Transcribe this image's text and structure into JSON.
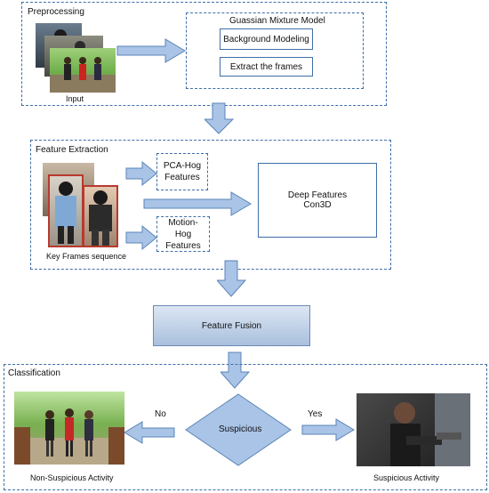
{
  "preprocessing": {
    "title": "Preprocessing",
    "input_label": "Input",
    "gmm_title": "Guassian Mixture Model",
    "background_modeling": "Background Modeling",
    "extract_frames": "Extract the  frames"
  },
  "feature_extraction": {
    "title": "Feature Extraction",
    "pca_hog": "PCA-Hog Features",
    "motion_hog": "Motion- Hog Features",
    "deep_features_line1": "Deep Features",
    "deep_features_line2": "Con3D",
    "key_frames_label": "Key Frames sequence"
  },
  "feature_fusion": "Feature Fusion",
  "classification": {
    "title": "Classification",
    "decision": "Suspicious",
    "no_label": "No",
    "yes_label": "Yes",
    "non_suspicious_label": "Non-Suspicious Activity",
    "suspicious_label": "Suspicious Activity"
  },
  "colors": {
    "border": "#3f6ea8",
    "arrow_fill": "#a9c4e6",
    "arrow_stroke": "#5b84b8"
  }
}
